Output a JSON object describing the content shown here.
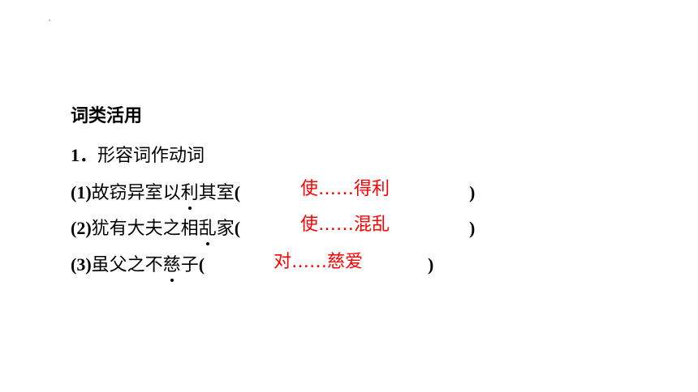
{
  "heading": "词类活用",
  "section": {
    "number": "1．",
    "title": "形容词作动词"
  },
  "items": [
    {
      "num": "(1)",
      "before": "故窃异室以",
      "marked": "利",
      "after": "其室",
      "open": "(",
      "answer": "使……得利",
      "close": ")"
    },
    {
      "num": "(2)",
      "before": "犹有大夫之相",
      "marked": "乱",
      "after": "家",
      "open": "(",
      "answer": "使……混乱",
      "close": ")"
    },
    {
      "num": "(3)",
      "before": "虽父之不",
      "marked": "慈",
      "after": "子",
      "open": "(",
      "answer": "对……慈爱",
      "close": ")"
    }
  ]
}
